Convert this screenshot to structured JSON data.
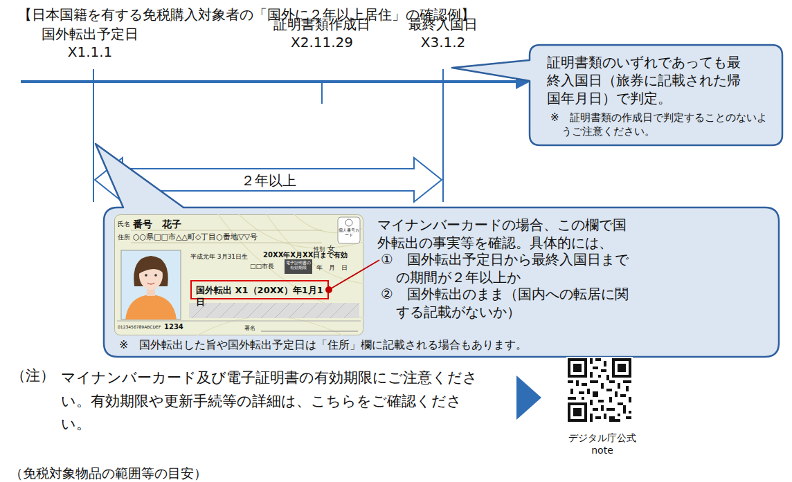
{
  "diagram": {
    "title": "【日本国籍を有する免税購入対象者の「国外に２年以上居住」の確認例】",
    "nodes": [
      {
        "text": [
          "証明書類のいずれであっても最終入国日（旅券に記載された帰国年月日）で判定。",
          "※　証明書類の作成日で判定することのないようご注意ください。"
        ]
      },
      {
        "text": [
          "マイナンバーカードの場合、この欄で国外転出の事実等を確認。具体的には、",
          "①　国外転出予定日から最終入国日までの期間が２年以上か",
          "②　国外転出のまま（国内への転居に関する記載がないか）",
          "※　国外転出した旨や国外転出予定日は「住所」欄に記載される場合もあります。"
        ]
      },
      {
        "text": [
          "氏名",
          "番号　花子",
          "住所",
          "○○県□□市△△町◇丁目○番地▽▽号",
          "性別",
          "女",
          "平成元年 3月31日生",
          "20XX年X月XX日まで有効",
          "□□市長",
          "電子証明書の有効期限",
          "年　月　日",
          "0123456789ABCDEF",
          "1234",
          "署名",
          "個人番号カード"
        ],
        "in": 1
      },
      {
        "text": [
          "国外転出 X1（20XX）年1月1日"
        ],
        "in": 2
      }
    ],
    "labels": [
      "国外転出予定日",
      "X1.1.1",
      "証明書類作成日",
      "X2.11.29",
      "最終入国日",
      "X3.1.2",
      "２年以上",
      "（注）",
      "マイナンバーカード及び電子証明書の有効期限にご注意ください。有効期限や更新手続等の詳細は、こちらをご確認ください。",
      "デジタル庁公式 note",
      "（免税対象物品の範囲等の目安）"
    ]
  }
}
